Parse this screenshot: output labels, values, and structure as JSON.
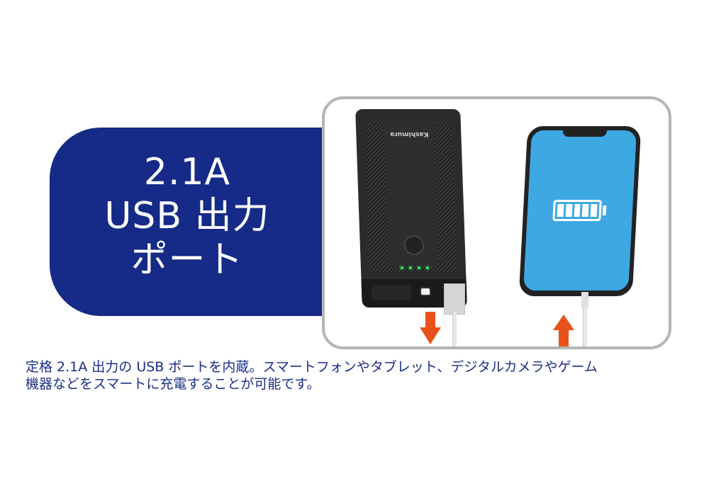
{
  "headline": {
    "line1": "2.1A",
    "line2": "USB 出力",
    "line3": "ポート"
  },
  "illustration": {
    "power_bank_brand": "Kashimura",
    "led_count": 4,
    "battery_cells": 5,
    "arrow_output_direction": "down",
    "arrow_input_direction": "up"
  },
  "description": {
    "line1": "定格 2.1A 出力の USB ポートを内蔵。スマートフォンやタブレット、デジタルカメラやゲーム",
    "line2": "機器などをスマートに充電することが可能です。"
  },
  "colors": {
    "panel_blue": "#152b87",
    "text_blue": "#1a2e86",
    "frame_gray": "#b5b5b5",
    "arrow_orange": "#e8521a",
    "screen_blue": "#3ea8e3",
    "led_green": "#2ee85a"
  }
}
